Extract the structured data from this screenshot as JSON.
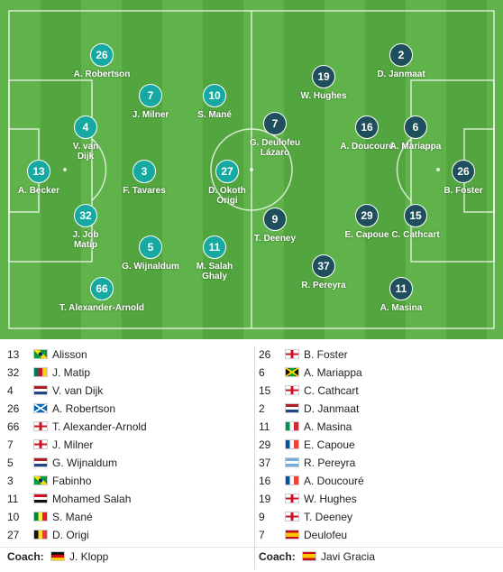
{
  "home_team": {
    "players_on_pitch": [
      {
        "number": "26",
        "name": "A. Robertson"
      },
      {
        "number": "7",
        "name": "J. Milner"
      },
      {
        "number": "10",
        "name": "S. Mané"
      },
      {
        "number": "4",
        "name": "V. van\nDijk"
      },
      {
        "number": "3",
        "name": "F. Tavares"
      },
      {
        "number": "27",
        "name": "D. Okoth\nOrigi"
      },
      {
        "number": "13",
        "name": "A. Becker"
      },
      {
        "number": "32",
        "name": "J. Job\nMatip"
      },
      {
        "number": "5",
        "name": "G. Wijnaldum"
      },
      {
        "number": "11",
        "name": "M. Salah\nGhaly"
      },
      {
        "number": "66",
        "name": "T. Alexander-Arnold"
      }
    ],
    "lineup": [
      {
        "number": "13",
        "name": "Alisson",
        "flag": "brazil"
      },
      {
        "number": "32",
        "name": "J. Matip",
        "flag": "cameroon"
      },
      {
        "number": "4",
        "name": "V. van Dijk",
        "flag": "netherlands"
      },
      {
        "number": "26",
        "name": "A. Robertson",
        "flag": "scotland"
      },
      {
        "number": "66",
        "name": "T. Alexander-Arnold",
        "flag": "england"
      },
      {
        "number": "7",
        "name": "J. Milner",
        "flag": "england"
      },
      {
        "number": "5",
        "name": "G. Wijnaldum",
        "flag": "netherlands"
      },
      {
        "number": "3",
        "name": "Fabinho",
        "flag": "brazil"
      },
      {
        "number": "11",
        "name": "Mohamed Salah",
        "flag": "egypt"
      },
      {
        "number": "10",
        "name": "S. Mané",
        "flag": "senegal"
      },
      {
        "number": "27",
        "name": "D. Origi",
        "flag": "belgium"
      }
    ],
    "coach_label": "Coach:",
    "coach_name": "J. Klopp",
    "coach_flag": "germany"
  },
  "away_team": {
    "players_on_pitch": [
      {
        "number": "2",
        "name": "D. Janmaat"
      },
      {
        "number": "19",
        "name": "W. Hughes"
      },
      {
        "number": "7",
        "name": "G. Deulofeu\nLázaro"
      },
      {
        "number": "16",
        "name": "A. Doucouré"
      },
      {
        "number": "6",
        "name": "A. Mariappa"
      },
      {
        "number": "26",
        "name": "B. Foster"
      },
      {
        "number": "9",
        "name": "T. Deeney"
      },
      {
        "number": "29",
        "name": "E. Capoue"
      },
      {
        "number": "15",
        "name": "C. Cathcart"
      },
      {
        "number": "37",
        "name": "R. Pereyra"
      },
      {
        "number": "11",
        "name": "A. Masina"
      }
    ],
    "lineup": [
      {
        "number": "26",
        "name": "B. Foster",
        "flag": "england"
      },
      {
        "number": "6",
        "name": "A. Mariappa",
        "flag": "jamaica"
      },
      {
        "number": "15",
        "name": "C. Cathcart",
        "flag": "northern-ireland"
      },
      {
        "number": "2",
        "name": "D. Janmaat",
        "flag": "netherlands"
      },
      {
        "number": "11",
        "name": "A. Masina",
        "flag": "italy"
      },
      {
        "number": "29",
        "name": "E. Capoue",
        "flag": "france"
      },
      {
        "number": "37",
        "name": "R. Pereyra",
        "flag": "argentina"
      },
      {
        "number": "16",
        "name": "A. Doucouré",
        "flag": "france"
      },
      {
        "number": "19",
        "name": "W. Hughes",
        "flag": "england"
      },
      {
        "number": "9",
        "name": "T. Deeney",
        "flag": "england"
      },
      {
        "number": "7",
        "name": "Deulofeu",
        "flag": "spain"
      }
    ],
    "coach_label": "Coach:",
    "coach_name": "Javi Gracia",
    "coach_flag": "spain"
  },
  "colors": {
    "home_marker": "#16a9a2",
    "away_marker": "#1f4f5c",
    "pitch_light": "#5fb34a",
    "pitch_dark": "#53a63f"
  }
}
